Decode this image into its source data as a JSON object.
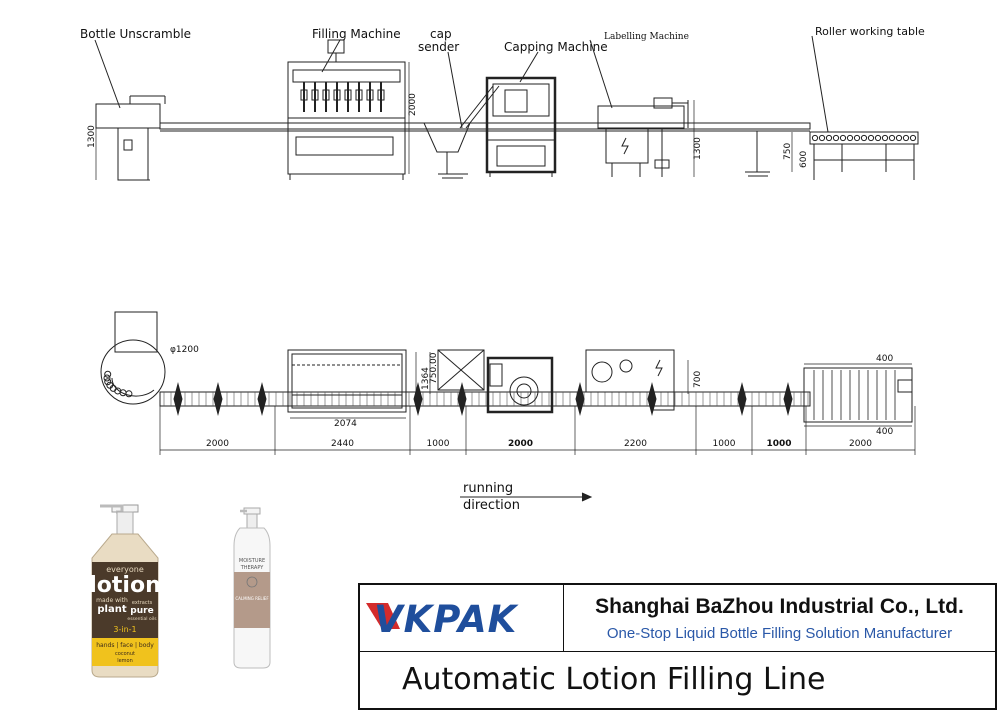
{
  "elevation": {
    "labels": {
      "bottle_unscramble": "Bottle Unscramble",
      "filling_machine": "Filling Machine",
      "cap": "cap",
      "sender": "sender",
      "capping_machine": "Capping Machine",
      "labelling_machine": "Labelling Machine",
      "roller_table": "Roller working table"
    },
    "dims": {
      "d1300a": "1300",
      "d2000": "2000",
      "d1300b": "1300",
      "d750": "750",
      "d600": "600"
    }
  },
  "plan": {
    "labels": {
      "phi": "φ1200",
      "d1364": "1364",
      "d750": "750.00",
      "d700": "700",
      "d400a": "400",
      "d400b": "400",
      "d2074": "2074"
    },
    "segments": [
      "2000",
      "2440",
      "1000",
      "2000",
      "2200",
      "1000",
      "1000",
      "2000"
    ]
  },
  "direction": {
    "line1": "running",
    "line2": "direction"
  },
  "bottles": {
    "b1": {
      "top": "everyone",
      "big": "lotion",
      "sub1": "made with",
      "sub2": "plant",
      "sub3": "extracts",
      "sub4": "pure",
      "sub5": "essential oils",
      "sub6": "3-in-1",
      "sub7": "hands | face | body",
      "sub8": "coconut",
      "sub9": "lemon"
    },
    "b2": {
      "line1": "MOISTURE",
      "line2": "THERAPY",
      "line3": "CALMING RELIEF"
    }
  },
  "title_block": {
    "logo": "VKPAK",
    "company": "Shanghai BaZhou Industrial Co., Ltd.",
    "tagline": "One-Stop Liquid Bottle Filling Solution Manufacturer",
    "title": "Automatic Lotion Filling Line"
  }
}
